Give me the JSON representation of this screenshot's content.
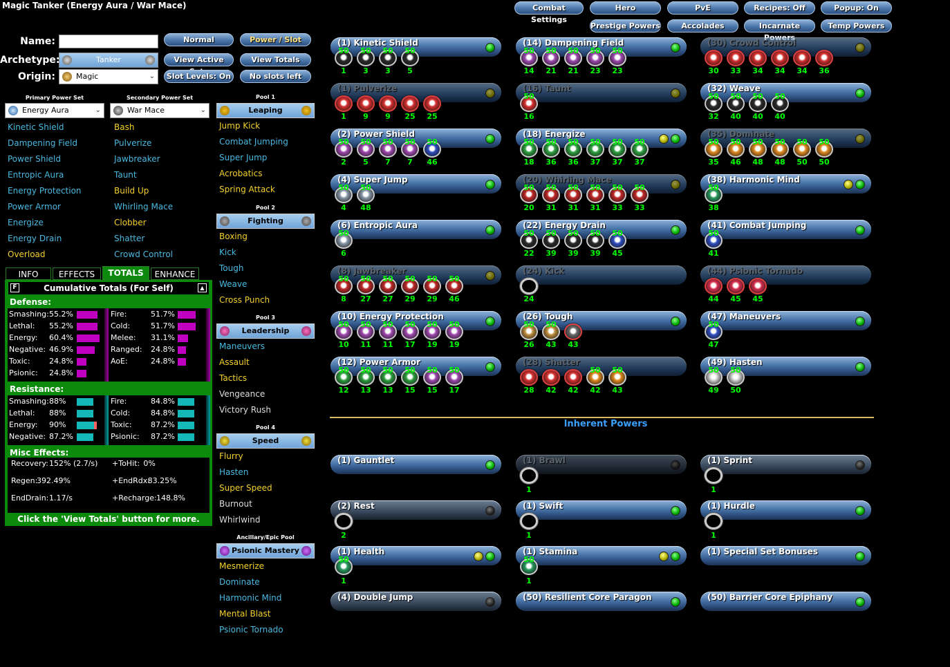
{
  "window": {
    "title": "Magic Tanker (Energy Aura / War Mace)"
  },
  "top_buttons": [
    {
      "label": "Combat Settings"
    },
    {
      "label": "Hero"
    },
    {
      "label": "PvE"
    },
    {
      "label": "Recipes: Off"
    },
    {
      "label": "Popup: On"
    },
    {
      "label": "Prestige Powers"
    },
    {
      "label": "Accolades"
    },
    {
      "label": "Incarnate Powers"
    },
    {
      "label": "Temp Powers"
    }
  ],
  "form": {
    "name_label": "Name:",
    "name_value": "",
    "archetype_label": "Archetype:",
    "archetype_value": "Tanker",
    "origin_label": "Origin:",
    "origin_value": "Magic",
    "btn_normal": "Normal",
    "btn_power_slot": "Power / Slot",
    "btn_view_active_sets": "View Active Sets",
    "btn_view_totals": "View Totals",
    "btn_slot_levels": "Slot Levels: On",
    "btn_no_slots": "No slots left"
  },
  "primary": {
    "header": "Primary Power Set",
    "selected": "Energy Aura",
    "items": [
      "Kinetic Shield",
      "Dampening Field",
      "Power Shield",
      "Entropic Aura",
      "Energy Protection",
      "Power Armor",
      "Energize",
      "Energy Drain",
      "Overload"
    ],
    "item_colors": [
      "#49b8e0",
      "#49b8e0",
      "#49b8e0",
      "#49b8e0",
      "#49b8e0",
      "#49b8e0",
      "#49b8e0",
      "#49b8e0",
      "#f2cf2a"
    ]
  },
  "secondary": {
    "header": "Secondary Power Set",
    "selected": "War Mace",
    "items": [
      "Bash",
      "Pulverize",
      "Jawbreaker",
      "Taunt",
      "Build Up",
      "Whirling Mace",
      "Clobber",
      "Shatter",
      "Crowd Control"
    ],
    "item_colors": [
      "#f2cf2a",
      "#49b8e0",
      "#49b8e0",
      "#49b8e0",
      "#f2cf2a",
      "#49b8e0",
      "#f2cf2a",
      "#49b8e0",
      "#49b8e0"
    ]
  },
  "pools": [
    {
      "header": "Pool 1",
      "name": "Leaping",
      "items": [
        "Jump Kick",
        "Combat Jumping",
        "Super Jump",
        "Acrobatics",
        "Spring Attack"
      ],
      "colors": [
        "#f2cf2a",
        "#49b8e0",
        "#49b8e0",
        "#f2cf2a",
        "#f2cf2a"
      ]
    },
    {
      "header": "Pool 2",
      "name": "Fighting",
      "items": [
        "Boxing",
        "Kick",
        "Tough",
        "Weave",
        "Cross Punch"
      ],
      "colors": [
        "#f2cf2a",
        "#49b8e0",
        "#49b8e0",
        "#49b8e0",
        "#f2cf2a"
      ]
    },
    {
      "header": "Pool 3",
      "name": "Leadership",
      "items": [
        "Maneuvers",
        "Assault",
        "Tactics",
        "Vengeance",
        "Victory Rush"
      ],
      "colors": [
        "#49b8e0",
        "#f2cf2a",
        "#f2cf2a",
        "#ddd",
        "#ddd"
      ]
    },
    {
      "header": "Pool 4",
      "name": "Speed",
      "items": [
        "Flurry",
        "Hasten",
        "Super Speed",
        "Burnout",
        "Whirlwind"
      ],
      "colors": [
        "#f2cf2a",
        "#49b8e0",
        "#f2cf2a",
        "#ddd",
        "#ddd"
      ]
    },
    {
      "header": "Ancillary/Epic Pool",
      "name": "Psionic Mastery",
      "items": [
        "Mesmerize",
        "Dominate",
        "Harmonic Mind",
        "Mental Blast",
        "Psionic Tornado"
      ],
      "colors": [
        "#f2cf2a",
        "#49b8e0",
        "#49b8e0",
        "#f2cf2a",
        "#49b8e0"
      ]
    }
  ],
  "tabs": [
    "INFO",
    "EFFECTS",
    "TOTALS",
    "ENHANCE"
  ],
  "totals": {
    "header": "Cumulative Totals (For Self)",
    "f_label": "F",
    "defense_title": "Defense:",
    "defense_left": [
      {
        "label": "Smashing:",
        "value": "55.2%",
        "pct": 55.2
      },
      {
        "label": "Lethal:",
        "value": "55.2%",
        "pct": 55.2
      },
      {
        "label": "Energy:",
        "value": "60.4%",
        "pct": 60.4
      },
      {
        "label": "Negative:",
        "value": "46.9%",
        "pct": 46.9
      },
      {
        "label": "Toxic:",
        "value": "24.8%",
        "pct": 24.8
      },
      {
        "label": "Psionic:",
        "value": "24.8%",
        "pct": 24.8
      }
    ],
    "defense_right": [
      {
        "label": "Fire:",
        "value": "51.7%",
        "pct": 51.7
      },
      {
        "label": "Cold:",
        "value": "51.7%",
        "pct": 51.7
      },
      {
        "label": "Melee:",
        "value": "31.1%",
        "pct": 31.1
      },
      {
        "label": "Ranged:",
        "value": "24.8%",
        "pct": 24.8
      },
      {
        "label": "AoE:",
        "value": "24.8%",
        "pct": 24.8
      }
    ],
    "resist_title": "Resistance:",
    "resist_left": [
      {
        "label": "Smashing:",
        "value": "88%",
        "pct": 88
      },
      {
        "label": "Lethal:",
        "value": "88%",
        "pct": 88
      },
      {
        "label": "Energy:",
        "value": "90%",
        "pct": 90
      },
      {
        "label": "Negative:",
        "value": "87.2%",
        "pct": 87.2
      }
    ],
    "resist_right": [
      {
        "label": "Fire:",
        "value": "84.8%",
        "pct": 84.8
      },
      {
        "label": "Cold:",
        "value": "84.8%",
        "pct": 84.8
      },
      {
        "label": "Toxic:",
        "value": "87.2%",
        "pct": 87.2
      },
      {
        "label": "Psionic:",
        "value": "87.2%",
        "pct": 87.2
      }
    ],
    "misc_title": "Misc Effects:",
    "misc": [
      {
        "label": "Recovery:",
        "value": "152% (2.7/s)"
      },
      {
        "label": "+ToHit:",
        "value": "0%"
      },
      {
        "label": "Regen:",
        "value": "392.49%"
      },
      {
        "label": "+EndRdx:",
        "value": "83.25%"
      },
      {
        "label": "EndDrain:",
        "value": "1.17/s"
      },
      {
        "label": "+Recharge:",
        "value": "148.8%"
      }
    ],
    "footer": "Click the 'View Totals' button for more.",
    "colors": {
      "defense_bar": "#c000c0",
      "resist_bar": "#15b8b8",
      "resist_over": "#ff6060",
      "panel": "#0b8a0b"
    }
  },
  "build": [
    {
      "name": "(1) Kinetic Shield",
      "dim": false,
      "leds": [
        "g"
      ],
      "slots": [
        {
          "lv": "1",
          "c": "#2a2a2a",
          "t": true
        },
        {
          "lv": "3",
          "c": "#2a2a2a",
          "t": true
        },
        {
          "lv": "3",
          "c": "#2a2a2a",
          "t": true
        },
        {
          "lv": "5",
          "c": "#2a2a2a",
          "t": true
        }
      ]
    },
    {
      "name": "(14) Dampening Field",
      "dim": false,
      "leds": [
        "g"
      ],
      "slots": [
        {
          "lv": "14",
          "c": "#a04ab0",
          "t": true
        },
        {
          "lv": "21",
          "c": "#a04ab0",
          "t": true
        },
        {
          "lv": "21",
          "c": "#a04ab0",
          "t": true
        },
        {
          "lv": "23",
          "c": "#a04ab0",
          "t": true
        },
        {
          "lv": "23",
          "c": "#a04ab0",
          "t": true
        }
      ]
    },
    {
      "name": "(30) Crowd Control",
      "dim": true,
      "leds": [
        "y"
      ],
      "slots": [
        {
          "lv": "30",
          "c": "#d83030",
          "t": false
        },
        {
          "lv": "33",
          "c": "#d83030",
          "t": false
        },
        {
          "lv": "34",
          "c": "#d83030",
          "t": false
        },
        {
          "lv": "34",
          "c": "#d83030",
          "t": false
        },
        {
          "lv": "34",
          "c": "#d83030",
          "t": false
        },
        {
          "lv": "36",
          "c": "#d83030",
          "t": false
        }
      ]
    },
    {
      "name": "(1) Pulverize",
      "dim": true,
      "leds": [
        "y"
      ],
      "slots": [
        {
          "lv": "1",
          "c": "#d83030",
          "t": false
        },
        {
          "lv": "9",
          "c": "#d83030",
          "t": false
        },
        {
          "lv": "9",
          "c": "#d83030",
          "t": false
        },
        {
          "lv": "25",
          "c": "#d83030",
          "t": false
        },
        {
          "lv": "25",
          "c": "#d83030",
          "t": false
        }
      ]
    },
    {
      "name": "(16) Taunt",
      "dim": true,
      "leds": [
        "y"
      ],
      "slots": [
        {
          "lv": "16",
          "c": "#d83030",
          "t": true
        }
      ]
    },
    {
      "name": "(32) Weave",
      "dim": false,
      "leds": [
        "g"
      ],
      "slots": [
        {
          "lv": "32",
          "c": "#2a2a2a",
          "t": true
        },
        {
          "lv": "40",
          "c": "#2a2a2a",
          "t": true
        },
        {
          "lv": "40",
          "c": "#2a2a2a",
          "t": true
        },
        {
          "lv": "40",
          "c": "#2a2a2a",
          "t": true
        }
      ]
    },
    {
      "name": "(2) Power Shield",
      "dim": false,
      "leds": [
        "g"
      ],
      "slots": [
        {
          "lv": "2",
          "c": "#a04ab0",
          "t": true
        },
        {
          "lv": "5",
          "c": "#a04ab0",
          "t": true
        },
        {
          "lv": "7",
          "c": "#a04ab0",
          "t": true
        },
        {
          "lv": "7",
          "c": "#a04ab0",
          "t": true
        },
        {
          "lv": "46",
          "c": "#3050c0",
          "t": true
        }
      ]
    },
    {
      "name": "(18) Energize",
      "dim": false,
      "leds": [
        "y",
        "g"
      ],
      "slots": [
        {
          "lv": "18",
          "c": "#30a040",
          "t": true
        },
        {
          "lv": "36",
          "c": "#30a040",
          "t": true
        },
        {
          "lv": "36",
          "c": "#30a040",
          "t": true
        },
        {
          "lv": "37",
          "c": "#30a040",
          "t": true
        },
        {
          "lv": "37",
          "c": "#30a040",
          "t": true
        },
        {
          "lv": "37",
          "c": "#30a040",
          "t": true
        }
      ]
    },
    {
      "name": "(35) Dominate",
      "dim": true,
      "leds": [
        "y"
      ],
      "slots": [
        {
          "lv": "35",
          "c": "#e08a20",
          "t": true
        },
        {
          "lv": "46",
          "c": "#e08a20",
          "t": true
        },
        {
          "lv": "48",
          "c": "#e08a20",
          "t": true
        },
        {
          "lv": "48",
          "c": "#e08a20",
          "t": true
        },
        {
          "lv": "50",
          "c": "#e08a20",
          "t": true
        },
        {
          "lv": "50",
          "c": "#e08a20",
          "t": true
        }
      ]
    },
    {
      "name": "(4) Super Jump",
      "dim": false,
      "leds": [
        "g"
      ],
      "slots": [
        {
          "lv": "4",
          "c": "#8a9aaa",
          "t": true
        },
        {
          "lv": "48",
          "c": "#8a9aaa",
          "t": true
        }
      ]
    },
    {
      "name": "(20) Whirling Mace",
      "dim": true,
      "leds": [
        "y"
      ],
      "slots": [
        {
          "lv": "20",
          "c": "#c02828",
          "t": true
        },
        {
          "lv": "31",
          "c": "#c02828",
          "t": true
        },
        {
          "lv": "31",
          "c": "#c02828",
          "t": true
        },
        {
          "lv": "31",
          "c": "#c02828",
          "t": true
        },
        {
          "lv": "33",
          "c": "#c02828",
          "t": true
        },
        {
          "lv": "33",
          "c": "#c02828",
          "t": true
        }
      ]
    },
    {
      "name": "(38) Harmonic Mind",
      "dim": false,
      "leds": [
        "y",
        "g"
      ],
      "slots": [
        {
          "lv": "38",
          "c": "#2a9a60",
          "t": true
        }
      ]
    },
    {
      "name": "(6) Entropic Aura",
      "dim": false,
      "leds": [
        "g"
      ],
      "slots": [
        {
          "lv": "6",
          "c": "#8a9aaa",
          "t": true
        }
      ]
    },
    {
      "name": "(22) Energy Drain",
      "dim": false,
      "leds": [
        "g"
      ],
      "slots": [
        {
          "lv": "22",
          "c": "#2a2a2a",
          "t": true
        },
        {
          "lv": "39",
          "c": "#2a2a2a",
          "t": true
        },
        {
          "lv": "39",
          "c": "#2a2a2a",
          "t": true
        },
        {
          "lv": "39",
          "c": "#2a2a2a",
          "t": true
        },
        {
          "lv": "45",
          "c": "#3050c0",
          "t": true
        }
      ]
    },
    {
      "name": "(41) Combat Jumping",
      "dim": false,
      "leds": [
        "g"
      ],
      "slots": [
        {
          "lv": "41",
          "c": "#3050c0",
          "t": true
        }
      ]
    },
    {
      "name": "(8) Jawbreaker",
      "dim": true,
      "leds": [
        "y"
      ],
      "slots": [
        {
          "lv": "8",
          "c": "#c02828",
          "t": true
        },
        {
          "lv": "27",
          "c": "#c02828",
          "t": true
        },
        {
          "lv": "27",
          "c": "#c02828",
          "t": true
        },
        {
          "lv": "29",
          "c": "#c02828",
          "t": true
        },
        {
          "lv": "29",
          "c": "#c02828",
          "t": true
        },
        {
          "lv": "46",
          "c": "#c02828",
          "t": true
        }
      ]
    },
    {
      "name": "(24) Kick",
      "dim": true,
      "leds": [],
      "slots": [
        {
          "lv": "24",
          "c": "",
          "t": false,
          "e": true
        }
      ]
    },
    {
      "name": "(44) Psionic Tornado",
      "dim": true,
      "leds": [],
      "slots": [
        {
          "lv": "44",
          "c": "#d83050",
          "t": false
        },
        {
          "lv": "45",
          "c": "#d83050",
          "t": false
        },
        {
          "lv": "45",
          "c": "#d83050",
          "t": false
        }
      ]
    },
    {
      "name": "(10) Energy Protection",
      "dim": false,
      "leds": [
        "g"
      ],
      "slots": [
        {
          "lv": "10",
          "c": "#a04ab0",
          "t": true
        },
        {
          "lv": "11",
          "c": "#a04ab0",
          "t": true
        },
        {
          "lv": "11",
          "c": "#a04ab0",
          "t": true
        },
        {
          "lv": "17",
          "c": "#a04ab0",
          "t": true
        },
        {
          "lv": "19",
          "c": "#a04ab0",
          "t": true
        },
        {
          "lv": "19",
          "c": "#a04ab0",
          "t": true
        }
      ]
    },
    {
      "name": "(26) Tough",
      "dim": false,
      "leds": [
        "g"
      ],
      "slots": [
        {
          "lv": "26",
          "c": "#c09040",
          "t": true
        },
        {
          "lv": "43",
          "c": "#c09040",
          "t": true
        },
        {
          "lv": "43",
          "c": "#6a6a6a",
          "t": false,
          "lv30": true
        }
      ]
    },
    {
      "name": "(47) Maneuvers",
      "dim": false,
      "leds": [
        "g"
      ],
      "slots": [
        {
          "lv": "47",
          "c": "#3050c0",
          "t": true
        }
      ]
    },
    {
      "name": "(12) Power Armor",
      "dim": false,
      "leds": [
        "g"
      ],
      "slots": [
        {
          "lv": "12",
          "c": "#30a040",
          "t": true
        },
        {
          "lv": "13",
          "c": "#30a040",
          "t": true
        },
        {
          "lv": "13",
          "c": "#30a040",
          "t": true
        },
        {
          "lv": "15",
          "c": "#30a040",
          "t": true
        },
        {
          "lv": "15",
          "c": "#a04ab0",
          "t": true
        },
        {
          "lv": "17",
          "c": "#a04ab0",
          "t": true
        }
      ]
    },
    {
      "name": "(28) Shatter",
      "dim": true,
      "leds": [],
      "slots": [
        {
          "lv": "28",
          "c": "#d83030",
          "t": false
        },
        {
          "lv": "42",
          "c": "#d83030",
          "t": false
        },
        {
          "lv": "42",
          "c": "#d83030",
          "t": false
        },
        {
          "lv": "42",
          "c": "#e08a20",
          "t": true
        },
        {
          "lv": "43",
          "c": "#e08a20",
          "t": true
        }
      ]
    },
    {
      "name": "(49) Hasten",
      "dim": false,
      "leds": [
        "g"
      ],
      "slots": [
        {
          "lv": "49",
          "c": "#d0d0d0",
          "t": true
        },
        {
          "lv": "50",
          "c": "#d0d0d0",
          "t": true
        }
      ]
    }
  ],
  "inherent_title": "Inherent Powers",
  "inherent": [
    {
      "name": "(1) Gauntlet",
      "dim": false,
      "dark": false,
      "leds": [
        "g"
      ],
      "slots": []
    },
    {
      "name": "(1) Brawl",
      "dim": true,
      "dark": true,
      "leds": [
        "k"
      ],
      "slots": [
        {
          "lv": "1",
          "e": true
        }
      ]
    },
    {
      "name": "(1) Sprint",
      "dim": false,
      "dark": true,
      "leds": [
        "k"
      ],
      "slots": [
        {
          "lv": "1",
          "e": true
        }
      ]
    },
    {
      "name": "(2) Rest",
      "dim": false,
      "dark": true,
      "leds": [
        "k"
      ],
      "slots": [
        {
          "lv": "2",
          "e": true
        }
      ]
    },
    {
      "name": "(1) Swift",
      "dim": false,
      "dark": false,
      "leds": [
        "g"
      ],
      "slots": [
        {
          "lv": "1",
          "e": true
        }
      ]
    },
    {
      "name": "(1) Hurdle",
      "dim": false,
      "dark": false,
      "leds": [
        "g"
      ],
      "slots": [
        {
          "lv": "1",
          "e": true
        }
      ]
    },
    {
      "name": "(1) Health",
      "dim": false,
      "dark": false,
      "leds": [
        "y",
        "g"
      ],
      "slots": [
        {
          "lv": "1",
          "c": "#2a9a60",
          "t": true
        }
      ]
    },
    {
      "name": "(1) Stamina",
      "dim": false,
      "dark": false,
      "leds": [
        "y",
        "g"
      ],
      "slots": [
        {
          "lv": "1",
          "c": "#2a9a60",
          "t": true
        }
      ]
    },
    {
      "name": "(1) Special Set Bonuses",
      "dim": false,
      "dark": false,
      "leds": [
        "g"
      ],
      "slots": []
    },
    {
      "name": "(4) Double Jump",
      "dim": false,
      "dark": true,
      "leds": [
        "k"
      ],
      "slots": []
    },
    {
      "name": "(50) Resilient Core Paragon",
      "dim": false,
      "dark": false,
      "leds": [
        "g"
      ],
      "slots": []
    },
    {
      "name": "(50) Barrier Core Epiphany",
      "dim": false,
      "dark": false,
      "leds": [
        "g"
      ],
      "slots": []
    }
  ],
  "slot_top_label": "50",
  "slot_top_label_alt": "30"
}
